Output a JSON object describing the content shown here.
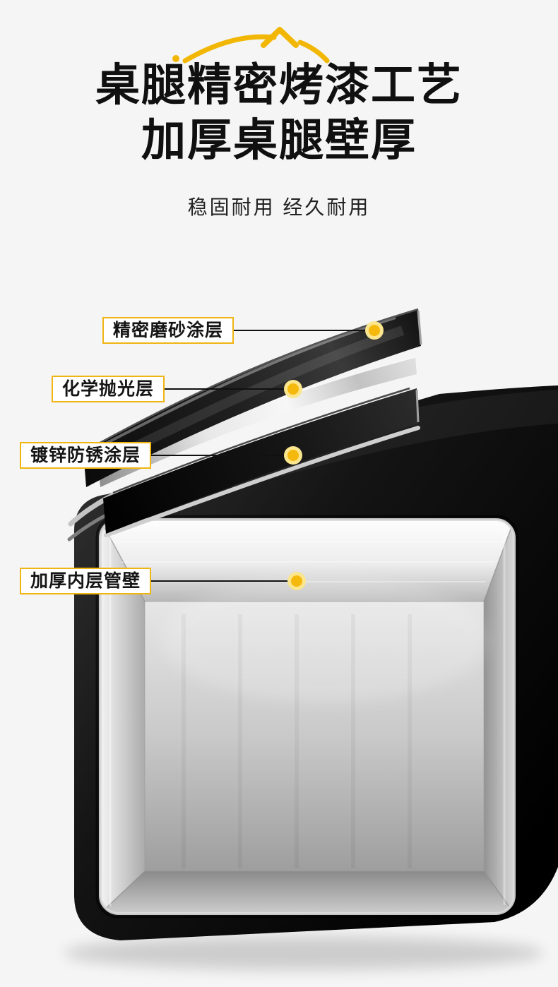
{
  "header": {
    "title_line1": "桌腿精密烤漆工艺",
    "title_line2": "加厚桌腿壁厚",
    "subtitle": "稳固耐用 经久耐用"
  },
  "callouts": [
    {
      "label": "精密磨砂涂层"
    },
    {
      "label": "化学抛光层"
    },
    {
      "label": "镀锌防锈涂层"
    },
    {
      "label": "加厚内层管壁"
    }
  ],
  "colors": {
    "accent_yellow": "#F2B705",
    "label_border": "#EFB512",
    "dot_core": "#F5B90D",
    "dot_halo": "#FBE58D",
    "background": "#F5F5F5",
    "title_text": "#101010"
  }
}
